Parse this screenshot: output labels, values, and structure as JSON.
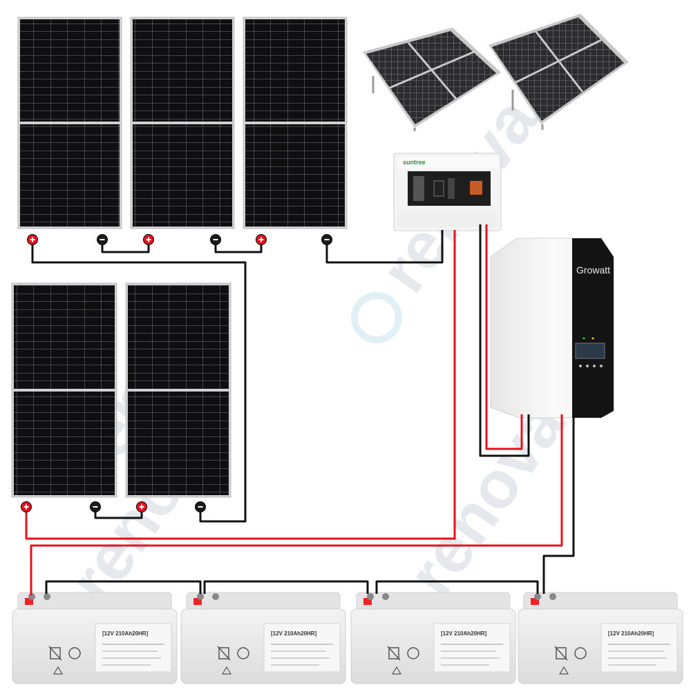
{
  "colors": {
    "positive_wire": "#e8101a",
    "negative_wire": "#111111",
    "panel_cell": "#0f0f12",
    "panel_frame": "#c9c9c9",
    "inverter_body": "#f2f2f2",
    "inverter_front": "#111111",
    "battery_body": "#e9eaea",
    "combiner_accent": "#3aa63a",
    "watermark": "#d9dee3"
  },
  "components": {
    "combiner_box": {
      "brand": "suntree"
    },
    "inverter": {
      "brand": "Growatt"
    },
    "batteries": [
      {
        "label": "[12V 210Ah20HR]"
      },
      {
        "label": "[12V 210Ah20HR]"
      },
      {
        "label": "[12V 210Ah20HR]"
      },
      {
        "label": "[12V 210Ah20HR]"
      }
    ],
    "terminal_icons": {
      "positive": "plus-terminal-icon",
      "negative": "minus-terminal-icon"
    },
    "battery_icons": [
      "recycle-icon",
      "crossed-bin-icon",
      "warning-icon"
    ]
  },
  "watermark": {
    "text": "renova"
  }
}
